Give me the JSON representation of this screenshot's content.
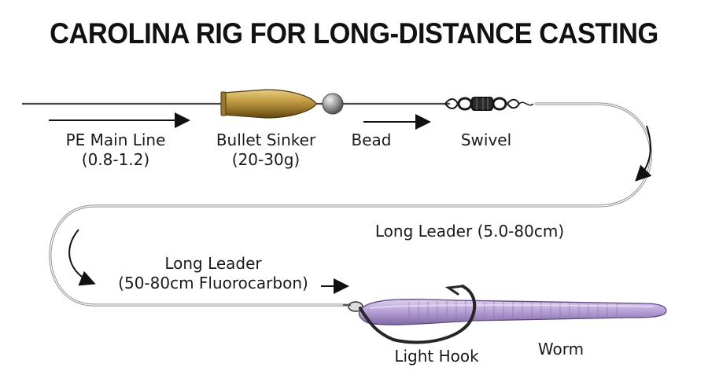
{
  "title": "CAROLINA RIG FOR LONG-DISTANCE CASTING",
  "components": {
    "main_line": {
      "name": "PE Main Line",
      "spec": "(0.8-1.2)"
    },
    "sinker": {
      "name": "Bullet Sinker",
      "spec": "(20-30g)"
    },
    "bead": {
      "name": "Bead"
    },
    "swivel": {
      "name": "Swivel"
    },
    "leader_right": {
      "name": "Long Leader (5.0-80cm)"
    },
    "leader_left": {
      "name": "Long Leader",
      "spec": "(50-80cm Fluorocarbon)"
    },
    "hook": {
      "name": "Light Hook"
    },
    "worm": {
      "name": "Worm"
    }
  },
  "colors": {
    "line": "#444444",
    "leader": "#9a9a9a",
    "sinker": "#b8933a",
    "bead": "#8a8a8a",
    "worm": "#b8a3d6",
    "hook": "#2a2a2a"
  }
}
